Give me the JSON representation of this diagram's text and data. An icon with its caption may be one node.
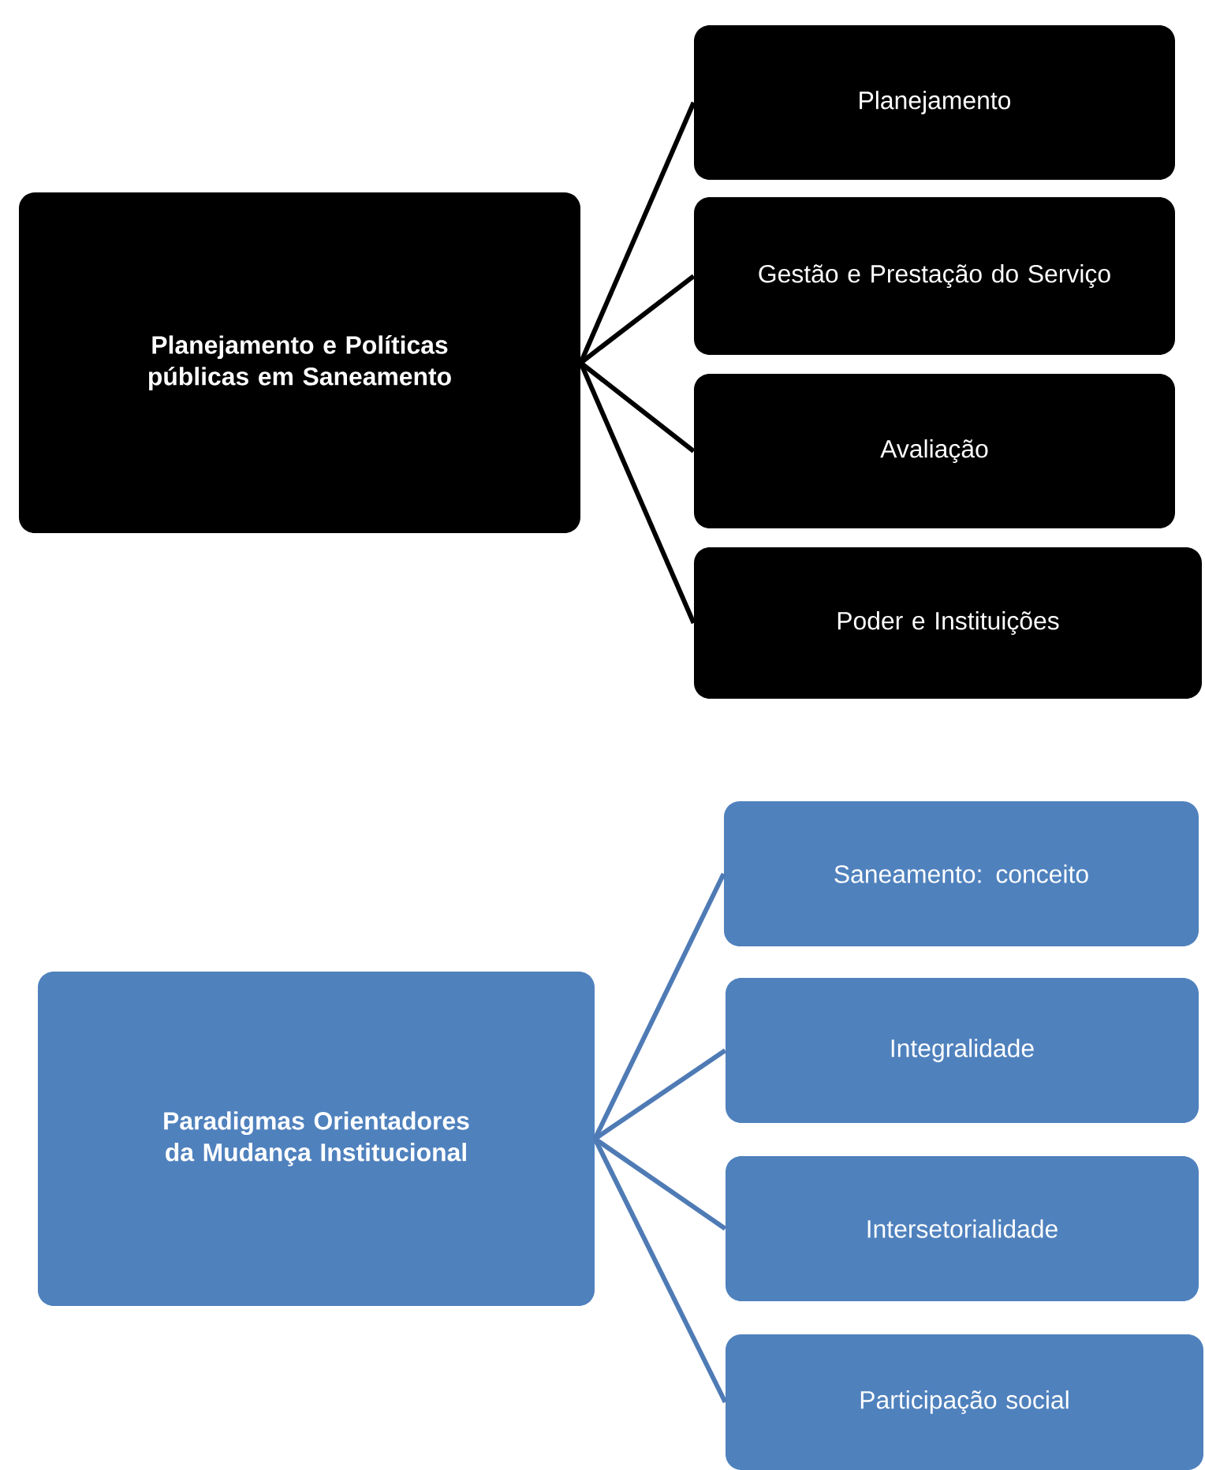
{
  "diagram": {
    "nodes": [
      {
        "text": [
          "Planejamento e Políticas públicas em Saneamento"
        ]
      },
      {
        "text": [
          "Planejamento"
        ]
      },
      {
        "text": [
          "Gestão e Prestação do Serviço"
        ]
      },
      {
        "text": [
          "Avaliação"
        ]
      },
      {
        "text": [
          "Poder e Instituições"
        ]
      },
      {
        "text": [
          "Paradigmas Orientadores da Mudança Institucional"
        ]
      },
      {
        "text": [
          "Saneamento: conceito"
        ]
      },
      {
        "text": [
          "Integralidade"
        ]
      },
      {
        "text": [
          "Intersetorialidade"
        ]
      },
      {
        "text": [
          "Participação social"
        ]
      }
    ],
    "edges": [
      {
        "from": 0,
        "to": 1,
        "arrow": "none"
      },
      {
        "from": 0,
        "to": 2,
        "arrow": "none"
      },
      {
        "from": 0,
        "to": 3,
        "arrow": "none"
      },
      {
        "from": 0,
        "to": 4,
        "arrow": "none"
      },
      {
        "from": 5,
        "to": 6,
        "arrow": "none",
        "color": "#4f7bb5"
      },
      {
        "from": 5,
        "to": 7,
        "arrow": "none",
        "color": "#4f7bb5"
      },
      {
        "from": 5,
        "to": 8,
        "arrow": "none",
        "color": "#4f7bb5"
      },
      {
        "from": 5,
        "to": 9,
        "arrow": "none",
        "color": "#4f7bb5"
      }
    ]
  }
}
